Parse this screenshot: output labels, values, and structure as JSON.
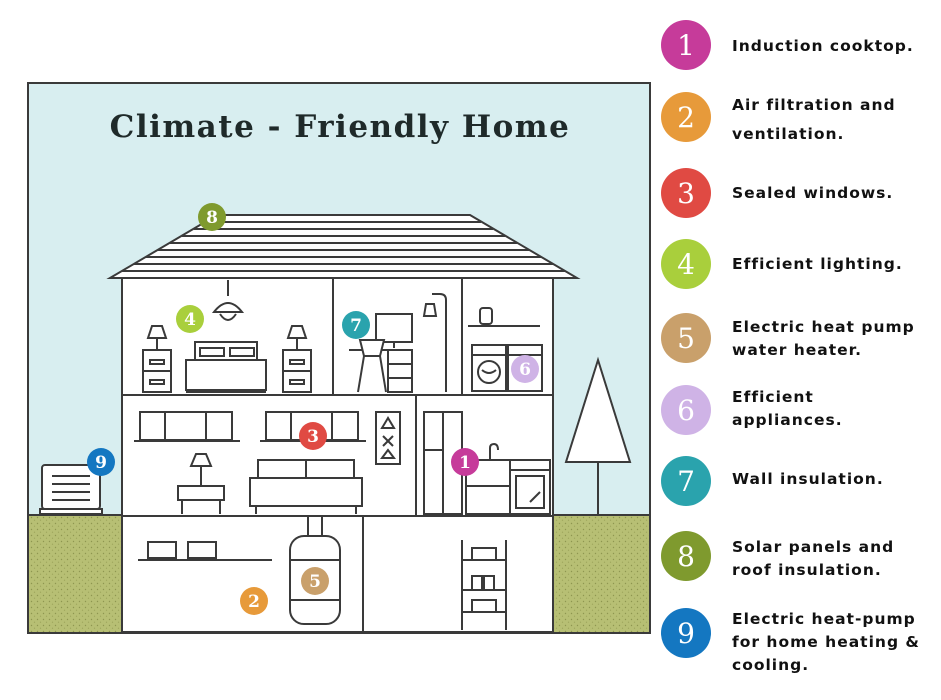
{
  "title": "Climate - Friendly Home",
  "colors": {
    "sky": "#d8eef0",
    "ground": "#b7bf74",
    "m1": "#c63b9a",
    "m2": "#e79a3a",
    "m3": "#e04a43",
    "m4": "#a9cf3c",
    "m5": "#c9a06b",
    "m6": "#cfb3e6",
    "m7": "#2aa3ad",
    "m8": "#7f9a2e",
    "m9": "#1477c1"
  },
  "markers": [
    {
      "num": "1",
      "color": "m1",
      "icon": "induction-cooktop"
    },
    {
      "num": "2",
      "color": "m2",
      "icon": "air-filtration"
    },
    {
      "num": "3",
      "color": "m3",
      "icon": "sealed-windows"
    },
    {
      "num": "4",
      "color": "m4",
      "icon": "efficient-lighting"
    },
    {
      "num": "5",
      "color": "m5",
      "icon": "heat-pump-water-heater"
    },
    {
      "num": "6",
      "color": "m6",
      "icon": "efficient-appliances"
    },
    {
      "num": "7",
      "color": "m7",
      "icon": "wall-insulation"
    },
    {
      "num": "8",
      "color": "m8",
      "icon": "solar-roof"
    },
    {
      "num": "9",
      "color": "m9",
      "icon": "heat-pump-unit"
    }
  ],
  "legend": [
    {
      "num": "1",
      "lines": [
        "Induction cooktop."
      ]
    },
    {
      "num": "2",
      "lines": [
        "Air filtration and",
        "ventilation."
      ]
    },
    {
      "num": "3",
      "lines": [
        "Sealed windows."
      ]
    },
    {
      "num": "4",
      "lines": [
        "Efficient lighting."
      ]
    },
    {
      "num": "5",
      "lines": [
        "Electric heat pump",
        "water heater."
      ]
    },
    {
      "num": "6",
      "lines": [
        "Efficient",
        "appliances."
      ]
    },
    {
      "num": "7",
      "lines": [
        "Wall insulation."
      ]
    },
    {
      "num": "8",
      "lines": [
        "Solar panels and",
        "roof insulation."
      ]
    },
    {
      "num": "9",
      "lines": [
        "Electric heat-pump",
        "for home heating &",
        "cooling."
      ]
    }
  ]
}
